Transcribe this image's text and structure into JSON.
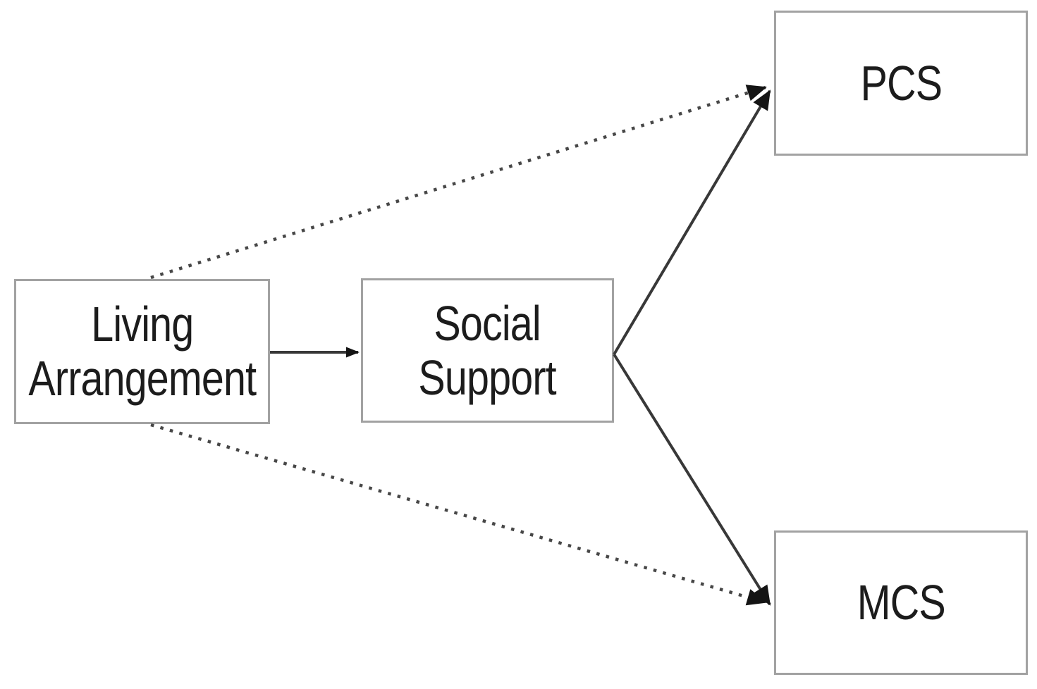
{
  "diagram": {
    "nodes": {
      "living_arrangement": {
        "label": "Living\nArrangement"
      },
      "social_support": {
        "label": "Social\nSupport"
      },
      "pcs": {
        "label": "PCS"
      },
      "mcs": {
        "label": "MCS"
      }
    },
    "edges": [
      {
        "from": "living_arrangement",
        "to": "social_support",
        "style": "solid",
        "arrow": true
      },
      {
        "from": "social_support",
        "to": "pcs",
        "style": "solid",
        "arrow": true
      },
      {
        "from": "social_support",
        "to": "mcs",
        "style": "solid",
        "arrow": true
      },
      {
        "from": "living_arrangement",
        "to": "pcs",
        "style": "dotted",
        "arrow": true
      },
      {
        "from": "living_arrangement",
        "to": "mcs",
        "style": "dotted",
        "arrow": true
      }
    ],
    "colors": {
      "background": "#ffffff",
      "box_border": "#a2a2a2",
      "box_fill": "#ffffff",
      "text": "#1c1c1c",
      "solid_line": "#383838",
      "dotted_line": "#474747",
      "arrowhead": "#141414"
    }
  }
}
